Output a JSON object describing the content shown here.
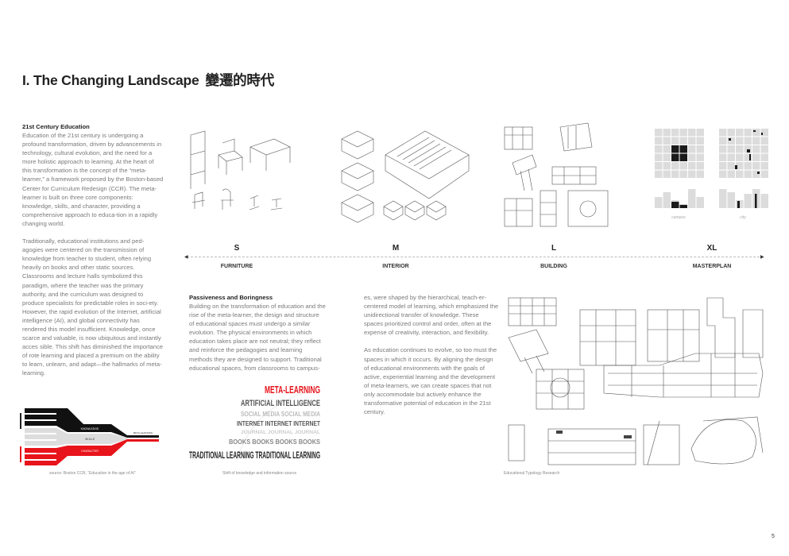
{
  "title": {
    "main": "I. The Changing Landscape",
    "cjk": "變遷的時代"
  },
  "section1": {
    "heading": "21st Century Education",
    "paragraphs": [
      "Education of the 21st century is undergoing a profound transformation, driven by advancements in technology, cultural evolution, and the need for a more holistic approach to learning. At the heart of this transformation is the concept of the “meta-learner,” a framework proposed by the Boston-based Center for Curriculum Redesign (CCR). The meta-learner is built on three core components: knowledge, skills, and character, providing a comprehensive approach to educa-tion in a rapidly changing world.",
      "Traditionally, educational institutions and ped-agogies were centered on the transmission of knowledge from teacher to student, often relying heavily on books and other static sources. Classrooms and lecture halls symbolized this paradigm, where the teacher was the primary authority, and the curriculum was designed to produce specialists for predictable roles in soci-ety. However, the rapid evolution of the Internet, artificial intelligence (AI), and global connectivity has rendered this model insufficient. Knowledge, once scarce and valuable, is now ubiquitous and instantly acces sible. This shift has diminished the importance of rote learning and placed a premium on the ability to learn, unlearn, and adapt—the hallmarks of meta-learning."
    ]
  },
  "section2": {
    "heading": "Passiveness and Boringness",
    "col_a": "Building on the transformation of education and the rise of the meta-learner, the design and structure of educational spaces must undergo a similar evolution. The physical environments in which education takes place are not neutral; they reflect and reinforce the pedagogies and learning methods they are designed to support. Traditional educational spaces, from classrooms to campus-",
    "col_b": [
      "es, were shaped by the hierarchical, teach-er-centered model of learning, which emphasized the unidirectional transfer of knowledge. These spaces prioritized control and order, often at the expense of creativity, interaction, and flexibility.",
      "As education continues to evolve, so too must the spaces in which it occurs. By aligning the design of educational environments with the goals of active, experiential learning and the development of meta-learners, we can create spaces that not only accommodate but actively enhance the transformative potential of education in the 21st century."
    ]
  },
  "scale": [
    {
      "letter": "S",
      "label": "FURNITURE"
    },
    {
      "letter": "M",
      "label": "INTERIOR"
    },
    {
      "letter": "L",
      "label": "BUILDING"
    },
    {
      "letter": "XL",
      "label": "MASTERPLAN"
    }
  ],
  "masterplan_labels": {
    "campus": "campus",
    "city": "city"
  },
  "sankey": {
    "knowledge": "KNOWLEDGE",
    "skills": "SKILLS",
    "character": "CHARACTER",
    "output": "META-LEARNING"
  },
  "wordcloud": {
    "meta": "META-LEARNING",
    "ai": "ARTIFICIAL INTELLIGENCE",
    "social": "SOCIAL MEDIA SOCIAL MEDIA",
    "internet": "INTERNET INTERNET INTERNET",
    "journal": "JOURNAL JOURNAL JOURNAL",
    "books": "BOOKS BOOKS BOOKS BOOKS",
    "traditional": "TRADITIONAL LEARNING TRADITIONAL LEARNING"
  },
  "captions": {
    "sankey": "source: Boston CCR, “Education in the age of AI”",
    "wordcloud": "Shift of knowledge and information source",
    "plans": "Educational Typology Research"
  },
  "colors": {
    "accent": "#e8141b",
    "text": "#222222",
    "body": "#7a7a7a"
  },
  "page_number": "5"
}
